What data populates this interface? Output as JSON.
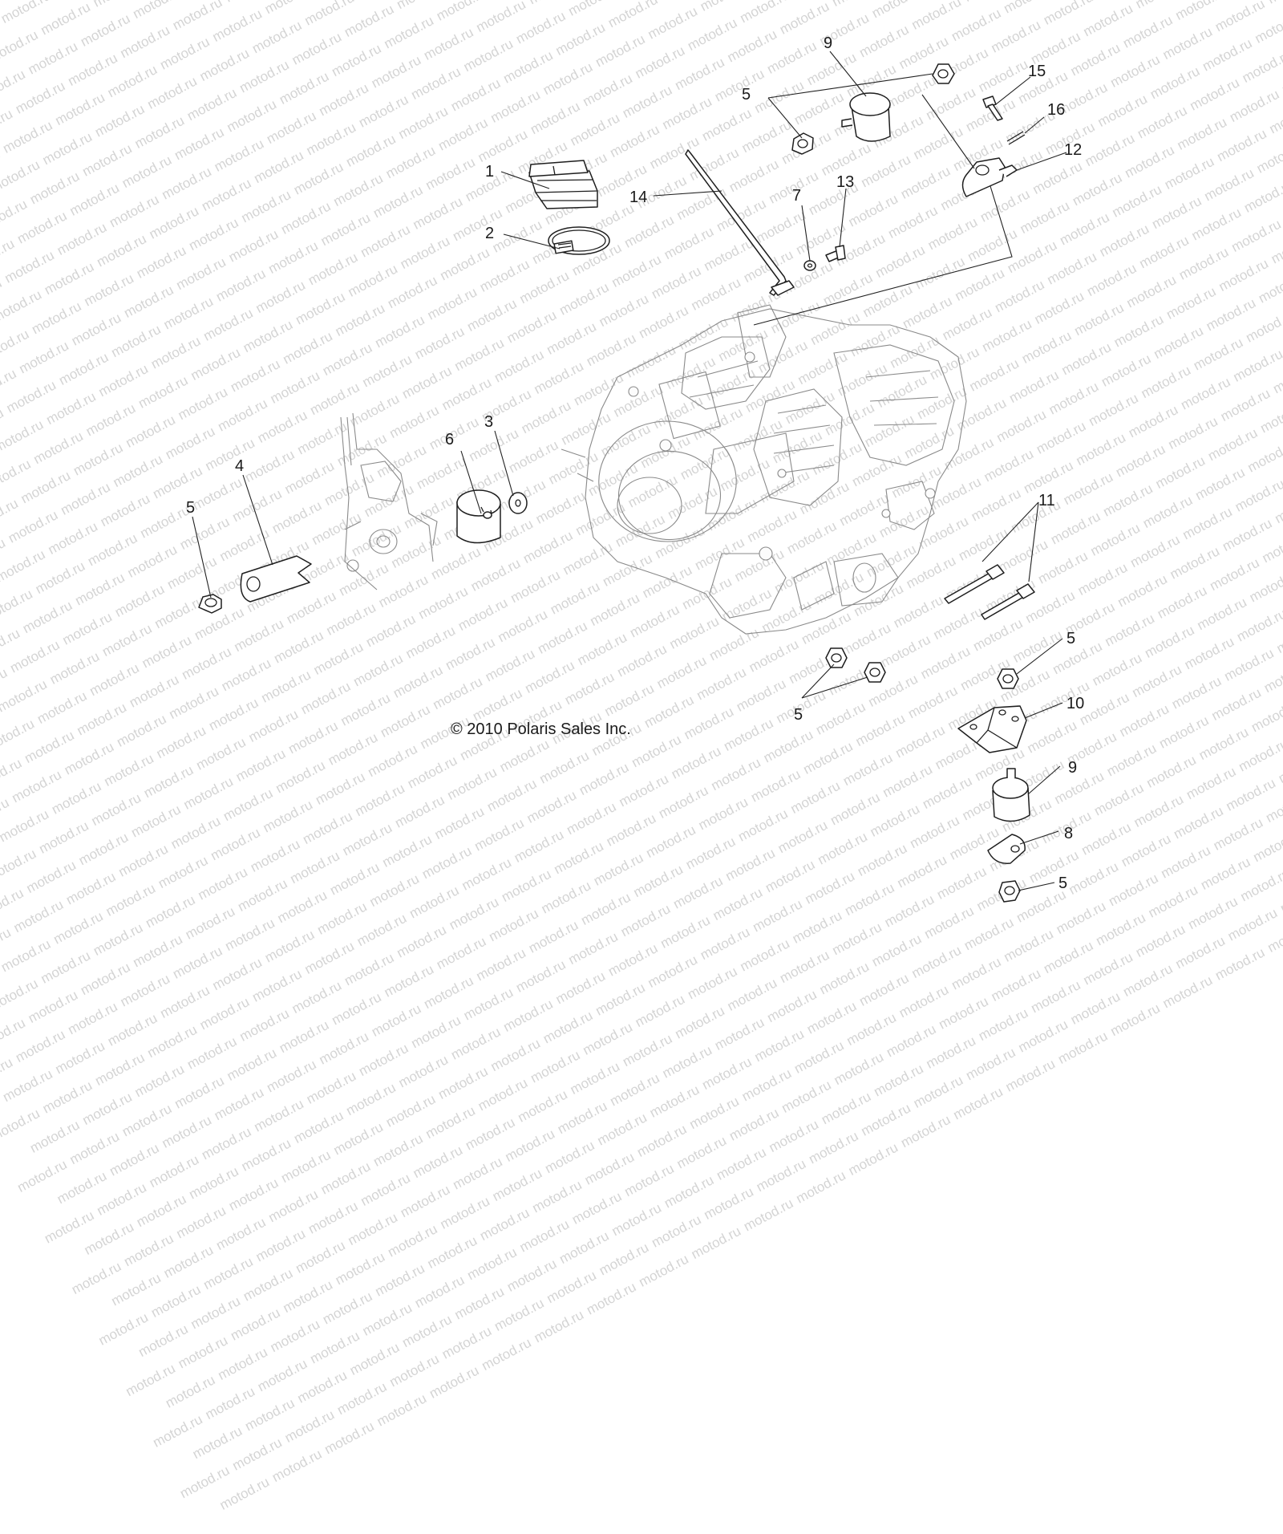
{
  "copyright": "© 2010 Polaris Sales Inc.",
  "watermark": "motod.ru",
  "callouts": {
    "c1": "1",
    "c2": "2",
    "c3": "3",
    "c4": "4",
    "c5_top": "5",
    "c5_left": "5",
    "c5_bottom_center": "5",
    "c5_right_mid": "5",
    "c5_right_bottom": "5",
    "c6": "6",
    "c7": "7",
    "c8": "8",
    "c9_top": "9",
    "c9_bottom": "9",
    "c10": "10",
    "c11": "11",
    "c12": "12",
    "c13": "13",
    "c14": "14",
    "c15": "15",
    "c16": "16"
  },
  "colors": {
    "line": "#1e1e1e",
    "engine": "#8a8a8a",
    "watermark": "#d4d4d4",
    "background": "#ffffff"
  }
}
